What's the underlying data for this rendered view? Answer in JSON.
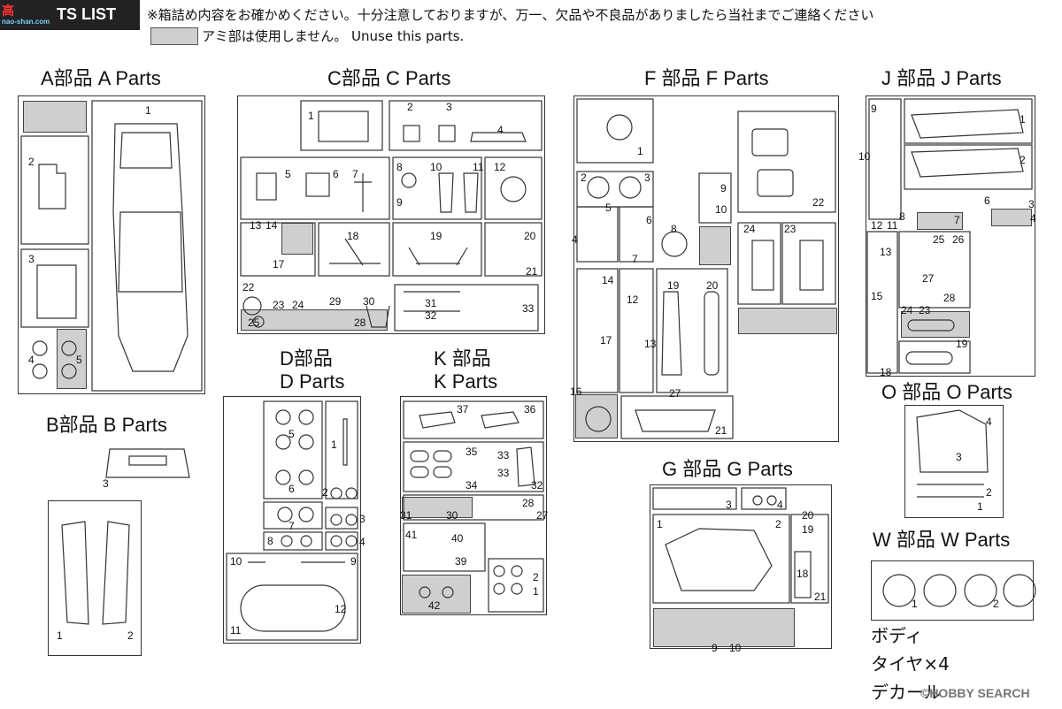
{
  "header": {
    "logo": "高",
    "logo_url": "nao-shan.com",
    "title": "TS LIST"
  },
  "notes": {
    "line1": "※箱詰め内容をお確かめください。十分注意しておりますが、万一、欠品や不良品がありましたら当社までご連絡ください",
    "line2": "アミ部は使用しません。 Unuse this parts."
  },
  "sections": {
    "A": "A部品  A Parts",
    "B": "B部品  B Parts",
    "C": "C部品  C Parts",
    "D1": "D部品",
    "D2": "D Parts",
    "F": "F 部品  F Parts",
    "G": "G 部品  G Parts",
    "J": "J 部品  J Parts",
    "K1": "K 部品",
    "K2": "K Parts",
    "O": "O 部品  O Parts",
    "W": "W 部品  W Parts"
  },
  "contents": {
    "body": "ボディ",
    "tires": "タイヤ×4",
    "decal": "デカール"
  },
  "watermark": "©HOBBY SEARCH",
  "numbers": {
    "A": [
      "1",
      "2",
      "3",
      "4",
      "5"
    ],
    "B": [
      "3",
      "1",
      "2"
    ],
    "C": [
      "1",
      "2",
      "3",
      "4",
      "5",
      "6",
      "7",
      "8",
      "9",
      "10",
      "11",
      "12",
      "13",
      "14",
      "17",
      "18",
      "19",
      "20",
      "21",
      "22",
      "23",
      "24",
      "25",
      "28",
      "29",
      "30",
      "31",
      "32",
      "33"
    ],
    "D": [
      "5",
      "1",
      "6",
      "2",
      "7",
      "3",
      "8",
      "4",
      "10",
      "9",
      "12",
      "11"
    ],
    "K": [
      "37",
      "36",
      "35",
      "33",
      "33",
      "34",
      "32",
      "31",
      "30",
      "28",
      "27",
      "41",
      "40",
      "39",
      "42",
      "2",
      "1"
    ],
    "F": [
      "1",
      "2",
      "3",
      "9",
      "10",
      "5",
      "6",
      "8",
      "4",
      "7",
      "22",
      "24",
      "23",
      "14",
      "12",
      "19",
      "20",
      "13",
      "17",
      "16",
      "27",
      "21"
    ],
    "G": [
      "3",
      "4",
      "1",
      "2",
      "20",
      "19",
      "18",
      "21",
      "9",
      "10"
    ],
    "J": [
      "9",
      "1",
      "10",
      "2",
      "6",
      "3",
      "7",
      "4",
      "12",
      "11",
      "8",
      "13",
      "25",
      "26",
      "15",
      "27",
      "28",
      "24",
      "23",
      "19",
      "18"
    ],
    "O": [
      "4",
      "3",
      "2",
      "1"
    ],
    "W": [
      "1",
      "2"
    ]
  }
}
